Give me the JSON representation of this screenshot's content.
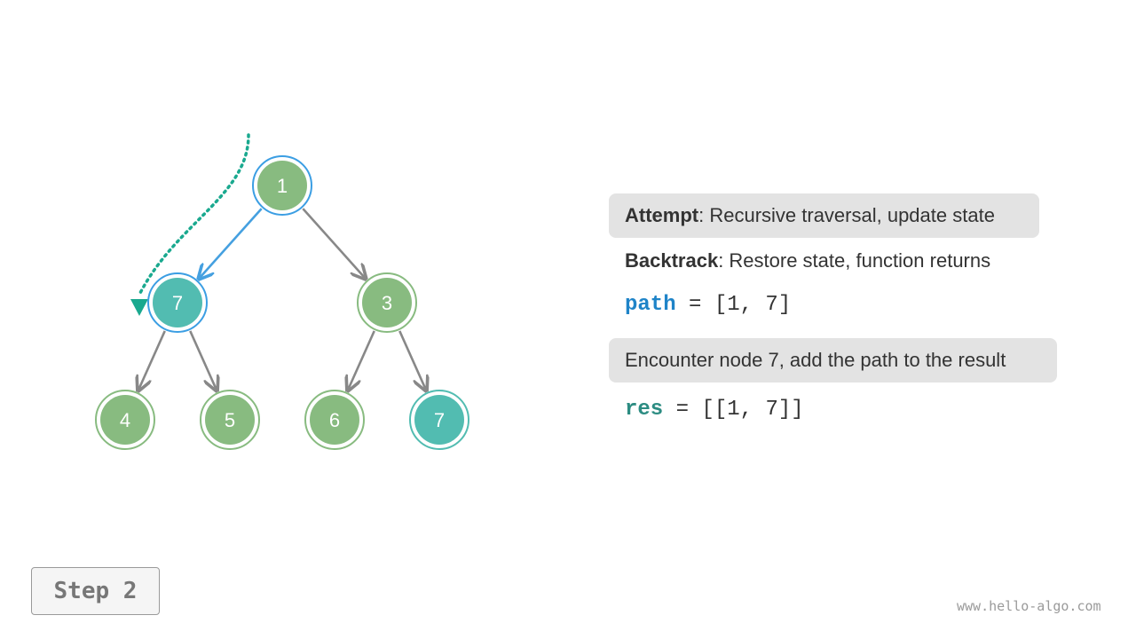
{
  "tree": {
    "nodes": [
      {
        "id": "n1",
        "value": "1",
        "state": "path"
      },
      {
        "id": "n7a",
        "value": "7",
        "state": "current"
      },
      {
        "id": "n3",
        "value": "3",
        "state": "normal"
      },
      {
        "id": "n4",
        "value": "4",
        "state": "normal"
      },
      {
        "id": "n5",
        "value": "5",
        "state": "normal"
      },
      {
        "id": "n6",
        "value": "6",
        "state": "normal"
      },
      {
        "id": "n7b",
        "value": "7",
        "state": "target"
      }
    ],
    "edges": [
      {
        "from": "n1",
        "to": "n7a",
        "state": "path"
      },
      {
        "from": "n1",
        "to": "n3",
        "state": "normal"
      },
      {
        "from": "n7a",
        "to": "n4",
        "state": "normal"
      },
      {
        "from": "n7a",
        "to": "n5",
        "state": "normal"
      },
      {
        "from": "n3",
        "to": "n6",
        "state": "normal"
      },
      {
        "from": "n3",
        "to": "n7b",
        "state": "normal"
      }
    ],
    "colors": {
      "node_fill": "#88bb80",
      "node_ring": "#88bb80",
      "highlight_fill": "#52bcb1",
      "path_ring": "#3b9ee3",
      "edge": "#888888",
      "path_edge": "#45a0e0",
      "trail": "#1aa98f"
    }
  },
  "legend": {
    "attempt_bold": "Attempt",
    "attempt_text": ": Recursive traversal, update state",
    "backtrack_bold": "Backtrack",
    "backtrack_text": ": Restore state, function returns",
    "path_var": "path",
    "path_value": " = [1, 7]",
    "encounter_text": "Encounter node 7, add the path to the result",
    "res_var": "res",
    "res_value": " = [[1, 7]]"
  },
  "step_label": "Step 2",
  "watermark": "www.hello-algo.com"
}
